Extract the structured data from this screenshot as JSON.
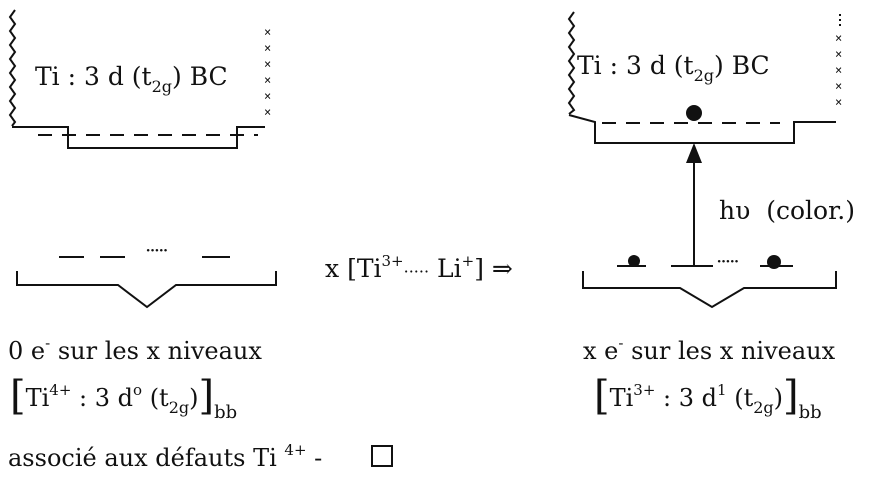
{
  "left_bc": {
    "prefix": "Ti : 3 d (t",
    "sub": "2g",
    "suffix": ") BC"
  },
  "right_bc": {
    "prefix": "Ti : 3 d (t",
    "sub": "2g",
    "suffix": ") BC"
  },
  "dots_left": "·····",
  "dots_right": "·····",
  "equation": {
    "x": "x",
    "lbr": "[",
    "ti": "Ti",
    "ti_charge": "3+",
    "dots": "·····",
    "li": "Li",
    "li_charge": "+",
    "rbr": "]",
    "arrow": "⇒"
  },
  "photon": {
    "h": "h",
    "nu": "υ",
    "label": "(color.)"
  },
  "left_caption": {
    "line1_a": "0 e",
    "line1_sup": "-",
    "line1_b": " sur les x niveaux",
    "ion": "Ti",
    "charge": "4+",
    "config": " : 3 d",
    "exp": "o",
    "t": " (t",
    "t_sub": "2g",
    "close": ")",
    "bb": "bb"
  },
  "right_caption": {
    "line1_a": "x e",
    "line1_sup": "-",
    "line1_b": " sur les x niveaux",
    "ion": "Ti",
    "charge": "3+",
    "config": " : 3 d",
    "exp": "1",
    "t": " (t",
    "t_sub": "2g",
    "close": ")",
    "bb": "bb"
  },
  "footer": {
    "text": "associé aux défauts  Ti",
    "charge": "4+",
    "dash": " - "
  },
  "colors": {
    "ink": "#111111",
    "background": "#ffffff"
  }
}
